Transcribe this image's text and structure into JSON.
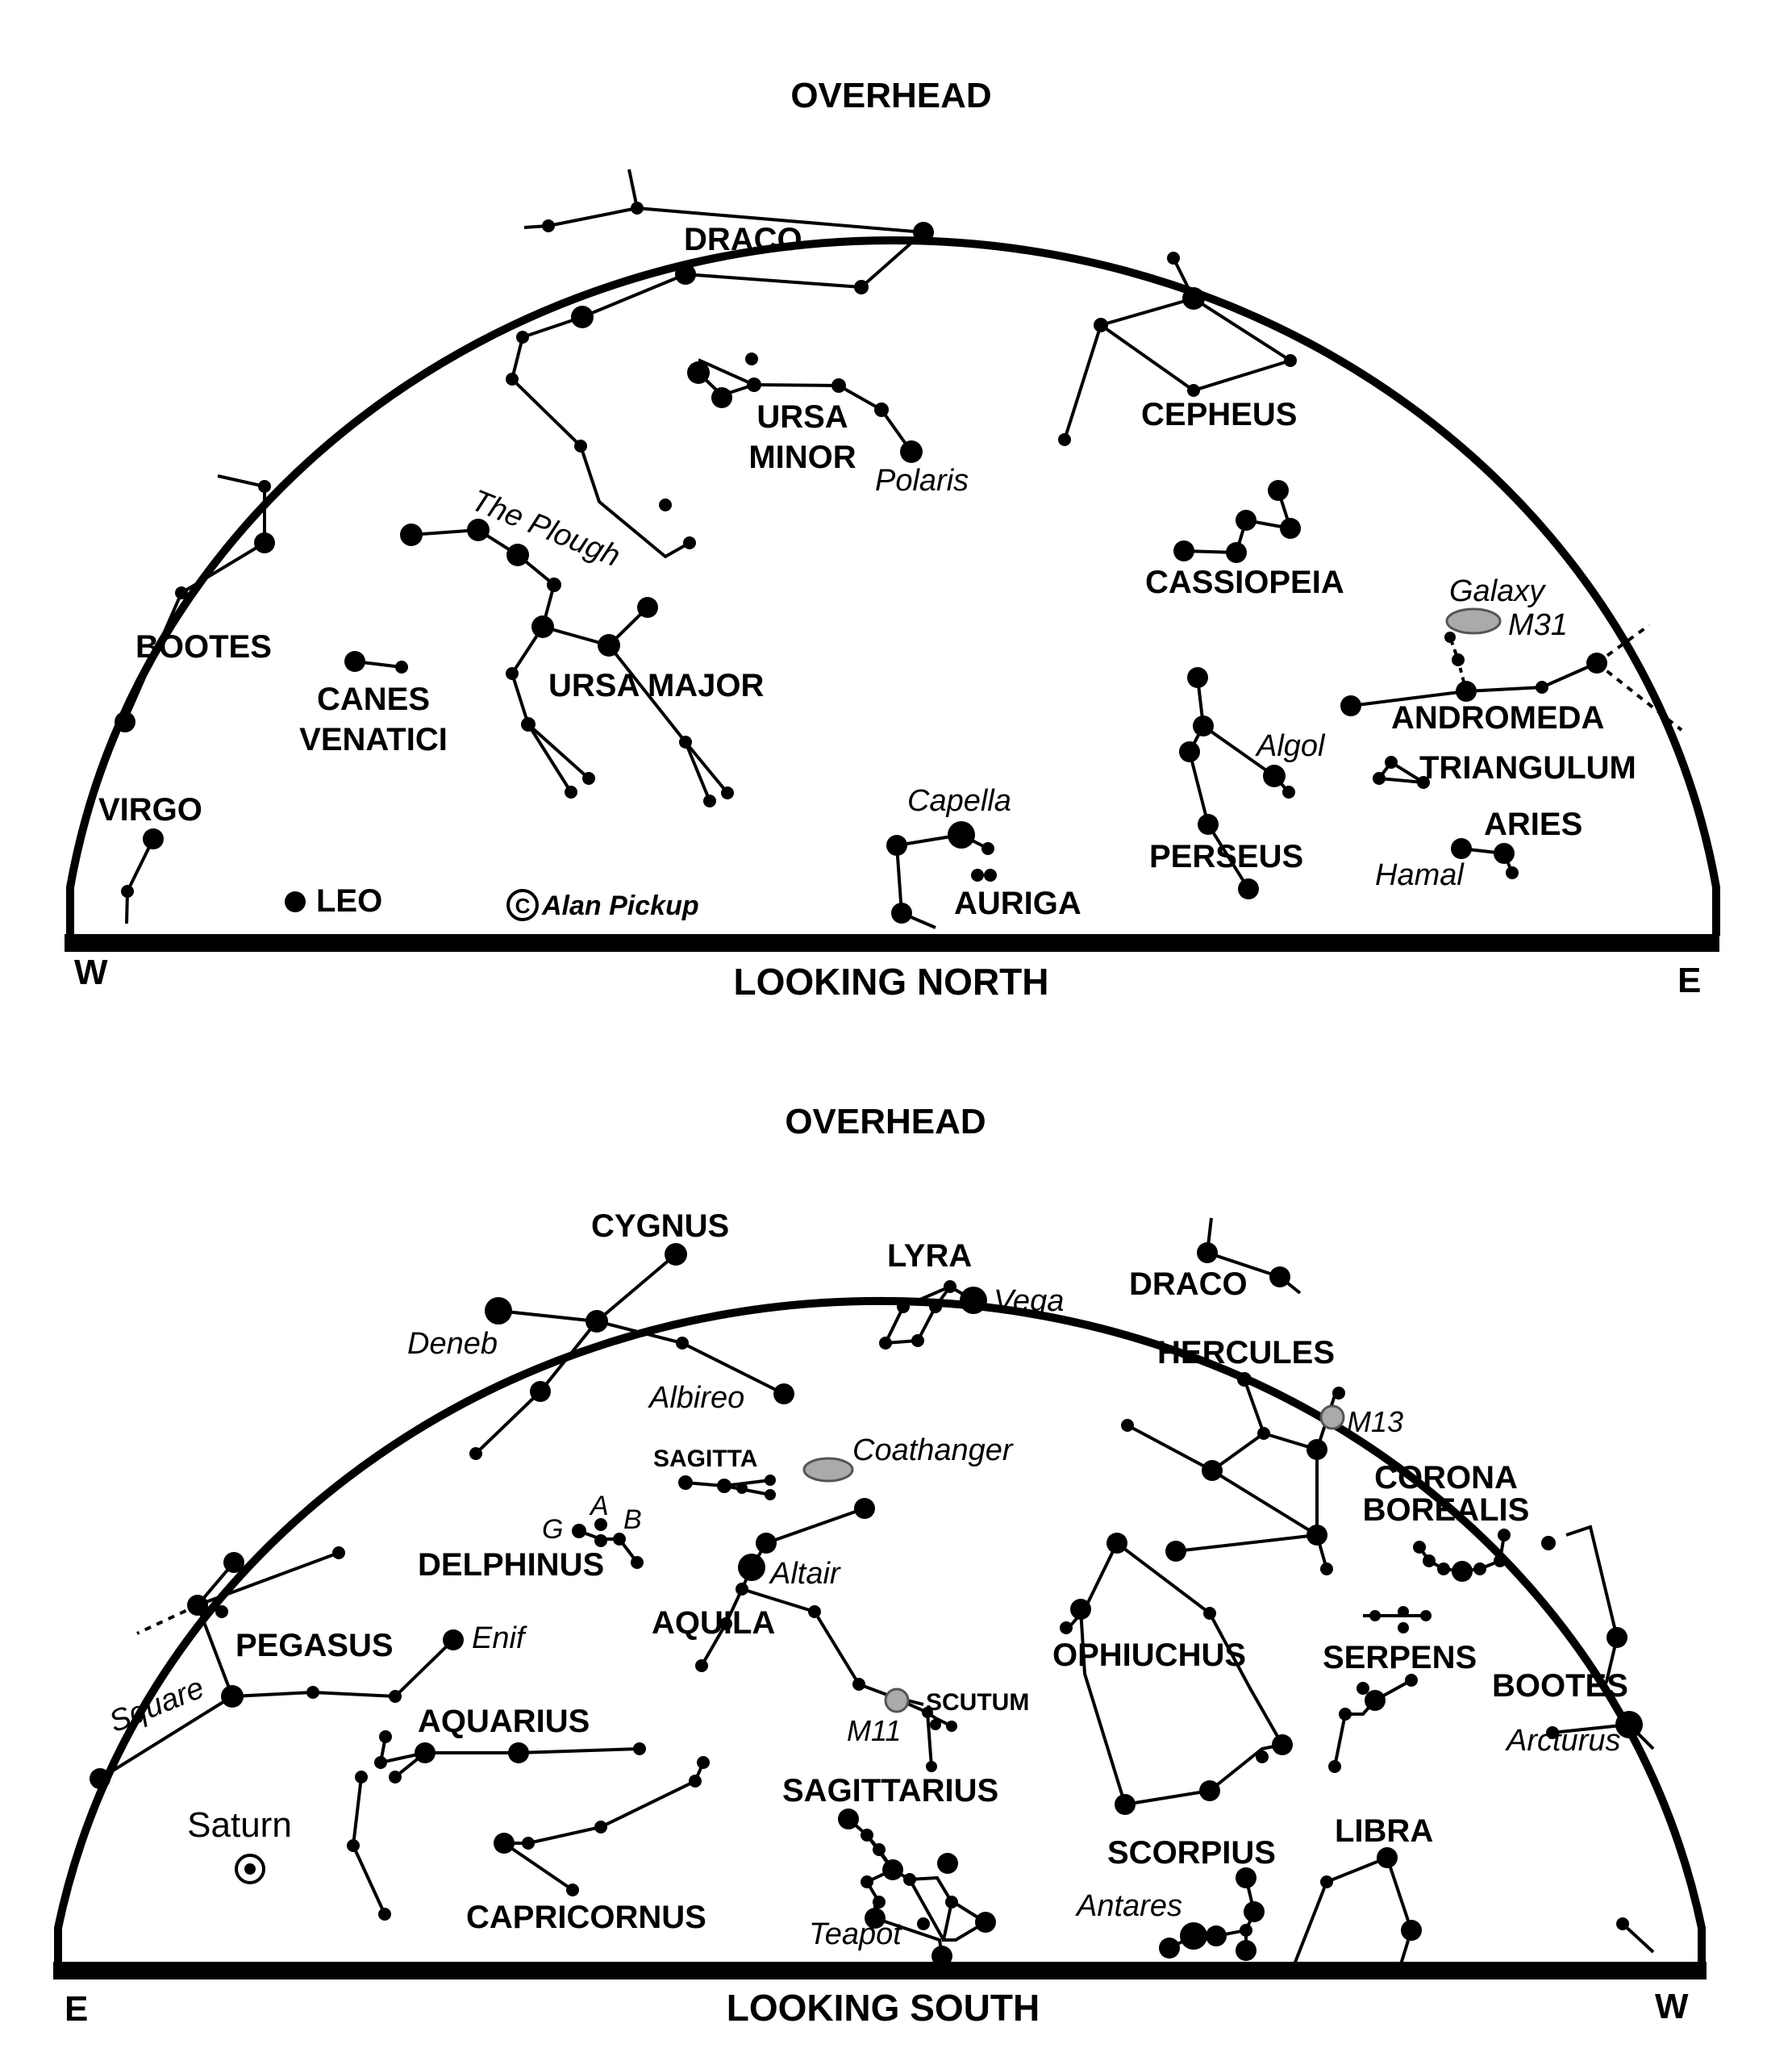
{
  "north": {
    "overhead": "OVERHEAD",
    "looking": "LOOKING NORTH",
    "left_dir": "W",
    "right_dir": "E",
    "constellations": {
      "draco": "DRACO",
      "ursa_minor_1": "URSA",
      "ursa_minor_2": "MINOR",
      "cepheus": "CEPHEUS",
      "cassiopeia": "CASSIOPEIA",
      "bootes": "BOOTES",
      "canes_1": "CANES",
      "canes_2": "VENATICI",
      "ursa_major": "URSA MAJOR",
      "virgo": "VIRGO",
      "leo": "LEO",
      "auriga": "AURIGA",
      "perseus": "PERSEUS",
      "andromeda": "ANDROMEDA",
      "triangulum": "TRIANGULUM",
      "aries": "ARIES"
    },
    "names": {
      "polaris": "Polaris",
      "plough": "The Plough",
      "galaxy": "Galaxy",
      "m31": "M31",
      "algol": "Algol",
      "capella": "Capella",
      "hamal": "Hamal",
      "credit": "Alan Pickup",
      "copyright": "C"
    }
  },
  "south": {
    "overhead": "OVERHEAD",
    "looking": "LOOKING SOUTH",
    "left_dir": "E",
    "right_dir": "W",
    "constellations": {
      "cygnus": "CYGNUS",
      "lyra": "LYRA",
      "draco": "DRACO",
      "hercules": "HERCULES",
      "sagitta": "SAGITTA",
      "delphinus": "DELPHINUS",
      "aquila": "AQUILA",
      "corona_1": "CORONA",
      "corona_2": "BOREALIS",
      "pegasus": "PEGASUS",
      "ophiuchus": "OPHIUCHUS",
      "serpens": "SERPENS",
      "bootes": "BOOTES",
      "scutum": "SCUTUM",
      "aquarius": "AQUARIUS",
      "sagittarius": "SAGITTARIUS",
      "capricornus": "CAPRICORNUS",
      "scorpius": "SCORPIUS",
      "libra": "LIBRA"
    },
    "names": {
      "deneb": "Deneb",
      "vega": "Vega",
      "albireo": "Albireo",
      "m13": "M13",
      "coathanger": "Coathanger",
      "g": "G",
      "a": "A",
      "b": "B",
      "altair": "Altair",
      "enif": "Enif",
      "square": "Square",
      "m11": "M11",
      "arcturus": "Arcturus",
      "saturn": "Saturn",
      "antares": "Antares",
      "teapot": "Teapot"
    }
  }
}
